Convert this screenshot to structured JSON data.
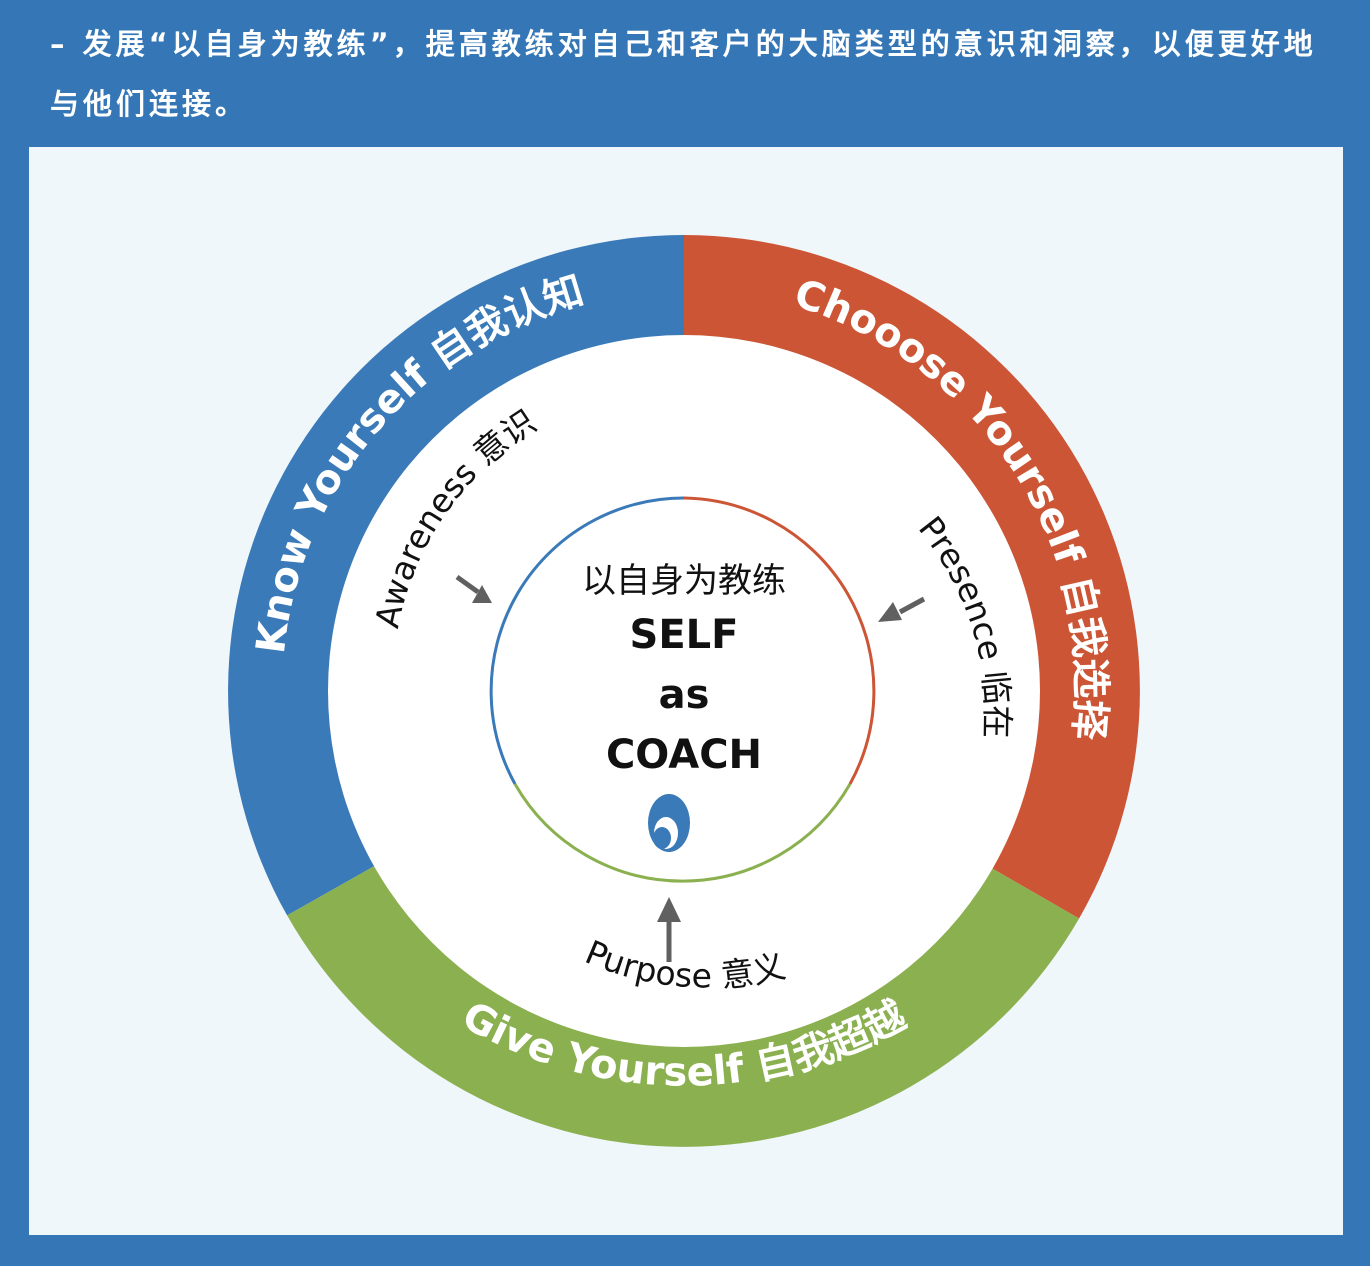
{
  "intro": {
    "text": "– 发展“以自身为教练”，提高教练对自己和客户的大脑类型的意识和洞察，以便更好地与他们连接。"
  },
  "diagram": {
    "outer": {
      "know": "Know Yourself 自我认知",
      "choose": "Chooose Yourself 自我选择",
      "give": "Give Yourself 自我超越"
    },
    "inner": {
      "awareness": "Awareness 意识",
      "presence": "Presence 临在",
      "purpose": "Purpose 意义"
    },
    "center": {
      "cn": "以自身为教练",
      "line1": "SELF",
      "line2": "as",
      "line3": "COACH"
    },
    "colors": {
      "blue": "#3a7ab8",
      "red": "#cc5535",
      "green": "#8bb050",
      "arrow": "#606060"
    }
  }
}
